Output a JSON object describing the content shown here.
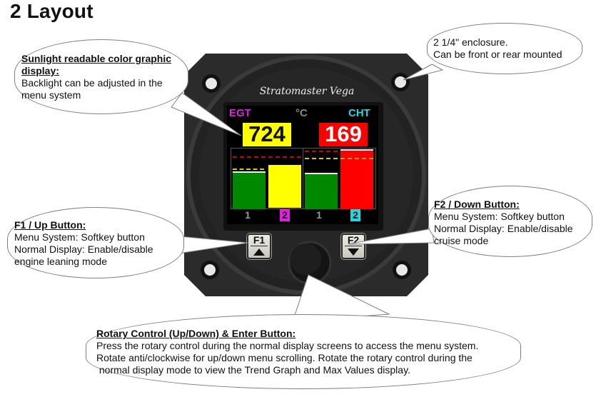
{
  "page": {
    "title": "2 Layout"
  },
  "device": {
    "brand_logo": "Stratomaster Vega",
    "screen": {
      "left_label": "EGT",
      "unit_label": "°C",
      "right_label": "CHT",
      "egt_value": "724",
      "cht_value": "169",
      "colors": {
        "egt_label": "#e020e0",
        "cht_label": "#20d8e0",
        "egt_box": "#ffff00",
        "cht_box": "#ff0000",
        "green_bar": "#008800"
      },
      "channels": [
        "1",
        "2",
        "1",
        "2"
      ]
    },
    "buttons": {
      "f1_label": "F1",
      "f1_icon": "up-triangle",
      "f2_label": "F2",
      "f2_icon": "down-triangle",
      "rotary": "rotary-knob"
    }
  },
  "callouts": {
    "display": {
      "heading": "Sunlight readable color graphic display:",
      "body": "Backlight can be adjusted in the menu system"
    },
    "enclosure": {
      "line1": "2 1/4\" enclosure.",
      "line2": "Can be front or rear mounted"
    },
    "f1": {
      "heading": "F1 / Up Button:",
      "line1": "Menu System: Softkey button",
      "line2": "Normal Display: Enable/disable",
      "line3": "engine leaning mode"
    },
    "f2": {
      "heading": "F2 / Down Button:",
      "line1": "Menu System: Softkey button",
      "line2": "Normal Display: Enable/disable",
      "line3": "cruise mode"
    },
    "rotary": {
      "heading": "Rotary Control (Up/Down) & Enter Button:",
      "line1": "Press the rotary control during the normal display screens to access the menu system.",
      "line2": "Rotate anti/clockwise for up/down menu scrolling. Rotate the rotary control during the",
      "line3": " normal display mode to view the Trend Graph and Max Values display."
    }
  }
}
